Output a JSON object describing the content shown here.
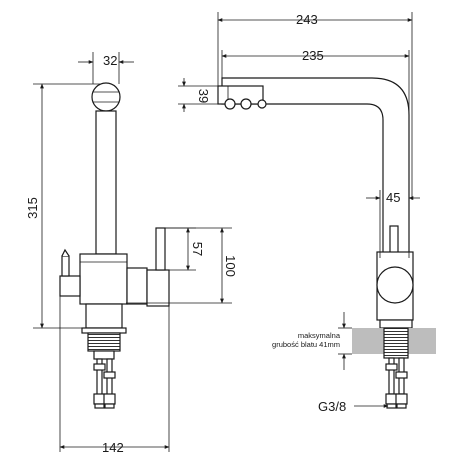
{
  "dimensions": {
    "d32": "32",
    "d315": "315",
    "d57": "57",
    "d100": "100",
    "d142": "142",
    "d243": "243",
    "d235": "235",
    "d39": "39",
    "d45": "45",
    "thread": "G3/8"
  },
  "note": {
    "line1": "maksymalna",
    "line2": "grubość blatu 41mm"
  },
  "colors": {
    "line": "#1a1a1a",
    "countertop": "#bdbdbd"
  }
}
